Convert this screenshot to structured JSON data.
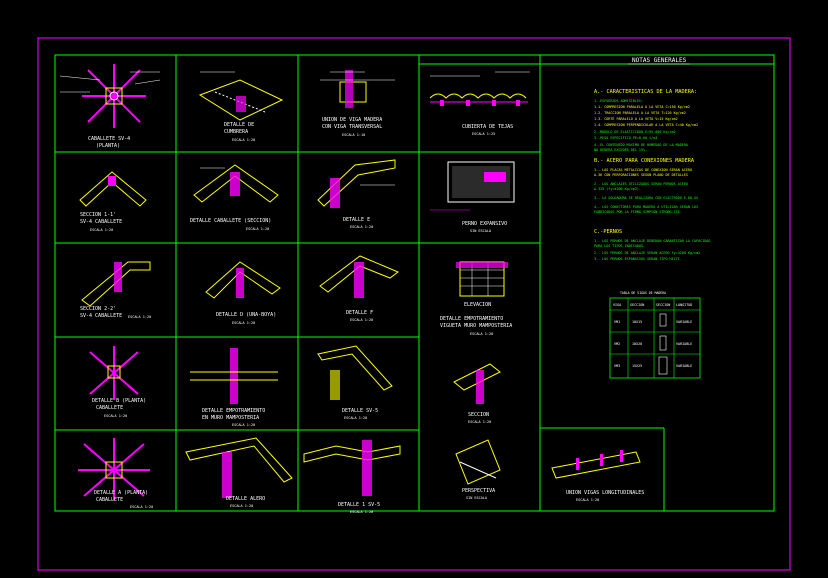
{
  "colors": {
    "background": "#000000",
    "frame_outer": "#ff00ff",
    "frame_inner": "#00ff00",
    "title_text": "#ffffff",
    "notes_heading": "#ffff00",
    "notes_text": "#00ff00",
    "dimension": "#00ff00",
    "section_fill": "#ff00ff",
    "member": "#ffff00",
    "annotation": "#ffffff"
  },
  "sheet": {
    "notes_title": "NOTAS GENERALES"
  },
  "details": [
    {
      "id": "d1",
      "title": "CABALLETE SV-4",
      "subtitle": "(PLANTA)",
      "scale": ""
    },
    {
      "id": "d2",
      "title": "DETALLE DE",
      "subtitle": "CUMBRERA",
      "scale": "ESCALA 1:20"
    },
    {
      "id": "d3",
      "title": "UNION DE VIGA MADERA",
      "subtitle": "CON VIGA TRANSVERSAL",
      "scale": "ESCALA 1:10"
    },
    {
      "id": "d4",
      "title": "CUBIERTA DE TEJAS",
      "subtitle": "",
      "scale": "ESCALA 1:25"
    },
    {
      "id": "d5",
      "title": "SECCION 1-1'",
      "subtitle": "SV-4 CABALLETE",
      "scale": "ESCALA 1:20"
    },
    {
      "id": "d6",
      "title": "DETALLE CABALLETE (SECCION)",
      "subtitle": "",
      "scale": "ESCALA 1:20"
    },
    {
      "id": "d7",
      "title": "DETALLE E",
      "subtitle": "",
      "scale": "ESCALA 1:20"
    },
    {
      "id": "d8",
      "title": "PERNO EXPANSIVO",
      "subtitle": "",
      "scale": "SIN ESCALA"
    },
    {
      "id": "d9",
      "title": "SECCION 2-2'",
      "subtitle": "SV-4 CABALLETE",
      "scale": "ESCALA 1:20"
    },
    {
      "id": "d10",
      "title": "DETALLE D (UNA-BOYA)",
      "subtitle": "",
      "scale": "ESCALA 1:20"
    },
    {
      "id": "d11",
      "title": "DETALLE F",
      "subtitle": "",
      "scale": "ESCALA 1:20"
    },
    {
      "id": "d12",
      "title": "ELEVACION",
      "subtitle": "",
      "scale": ""
    },
    {
      "id": "d13",
      "title": "DETALLE EMPOTRAMIENTO",
      "subtitle": "VIGUETA MURO MAMPOSTERIA",
      "scale": "ESCALA 1:20"
    },
    {
      "id": "d14",
      "title": "DETALLE B (PLANTA)",
      "subtitle": "CABALLETE",
      "scale": "ESCALA 1:20"
    },
    {
      "id": "d15",
      "title": "DETALLE EMPOTRAMIENTO",
      "subtitle": "EN MURO MAMPOSTERIA",
      "scale": "ESCALA 1:20"
    },
    {
      "id": "d16",
      "title": "DETALLE SV-5",
      "subtitle": "",
      "scale": "ESCALA 1:20"
    },
    {
      "id": "d17",
      "title": "SECCION",
      "subtitle": "",
      "scale": "ESCALA 1:20"
    },
    {
      "id": "d18",
      "title": "DETALLE A (PLANTA)",
      "subtitle": "CABALLETE",
      "scale": "ESCALA 1:20"
    },
    {
      "id": "d19",
      "title": "DETALLE ALERO",
      "subtitle": "",
      "scale": "ESCALA 1:20"
    },
    {
      "id": "d20",
      "title": "DETALLE 1 SV-5",
      "subtitle": "",
      "scale": "ESCALA 1:20"
    },
    {
      "id": "d21",
      "title": "PERSPECTIVA",
      "subtitle": "",
      "scale": "SIN ESCALA"
    },
    {
      "id": "d22",
      "title": "UNION VIGAS LONGITUDINALES",
      "subtitle": "",
      "scale": "ESCALA 1:20"
    }
  ],
  "notes": {
    "section_a": {
      "heading": "A.- CARACTERISTICAS DE LA MADERA:",
      "lines": [
        "1.-ESFUERZOS ADMISIBLES:",
        "1.1- COMPRESION PARALELA A LA VETA        C=150 Kg/cm2",
        "1.2- TRACCION PARALELA A LA VETA          T=120 Kg/cm2",
        "1.3- CORTE PARALELO A LA VETA             V=15 Kg/cm2",
        "1.4- COMPRESION PERPENDICULAR A LA VETA   C=40 Kg/cm2",
        "2.-MODULO DE ELASTICIDAD                  E=95.000 Kg/cm2",
        "3.-PESO ESPECIFICO                        PE=0.60 t/m3",
        "4.-EL CONTENIDO MAXIMO DE HUMEDAD DE LA MADERA",
        "NO DEBERA EXCEDER DEL 15%."
      ]
    },
    "section_b": {
      "heading": "B.- ACERO PARA CONEXIONES MADERA",
      "lines": [
        "1.- LAS PLACAS METALICAS DE CONEXION SERAN ACERO",
        "A-36 CON PERFORACIONES SEGUN PLANO DE DETALLES",
        "2.- LOS ANCLAJES UTILIZADOS SERAN PERNOS ACERO",
        "A-325 (fy=4200 Kg/cm2).",
        "3.- LA SOLDADURA SE REALIZARA CON ELECTRODO E-60-XX",
        "4.- LOS CONECTORES PARA MADERA A UTILIZAR SERAN LOS",
        "FABRICADOS POR LA FIRMA SIMPSON STRONG-TIE."
      ]
    },
    "section_c": {
      "heading": "C.-PERNOS",
      "lines": [
        "1.- LOS PERNOS DE ANCLAJE DEBERAN GARANTIZAR LA CAPACIDAD",
        "PARA LOS TIPOS INDICADOS.",
        "2.- LOS PERNOS DE ANCLAJE SERAN ACERO fy=4200 Kg/cm2",
        "3.- LOS PERNOS EXPANSIVOS SERAN TIPO HILTI."
      ]
    },
    "table": {
      "caption": "TABLA DE VIGAS DE MADERA",
      "headers": [
        "VIGA",
        "SECCION",
        "SECCION",
        "LONGITUD"
      ],
      "rows": [
        [
          "VM1",
          "10X15",
          "",
          "VARIABLE"
        ],
        [
          "VM2",
          "10X20",
          "",
          "VARIABLE"
        ],
        [
          "VM3",
          "15X25",
          "",
          "VARIABLE"
        ]
      ]
    }
  }
}
